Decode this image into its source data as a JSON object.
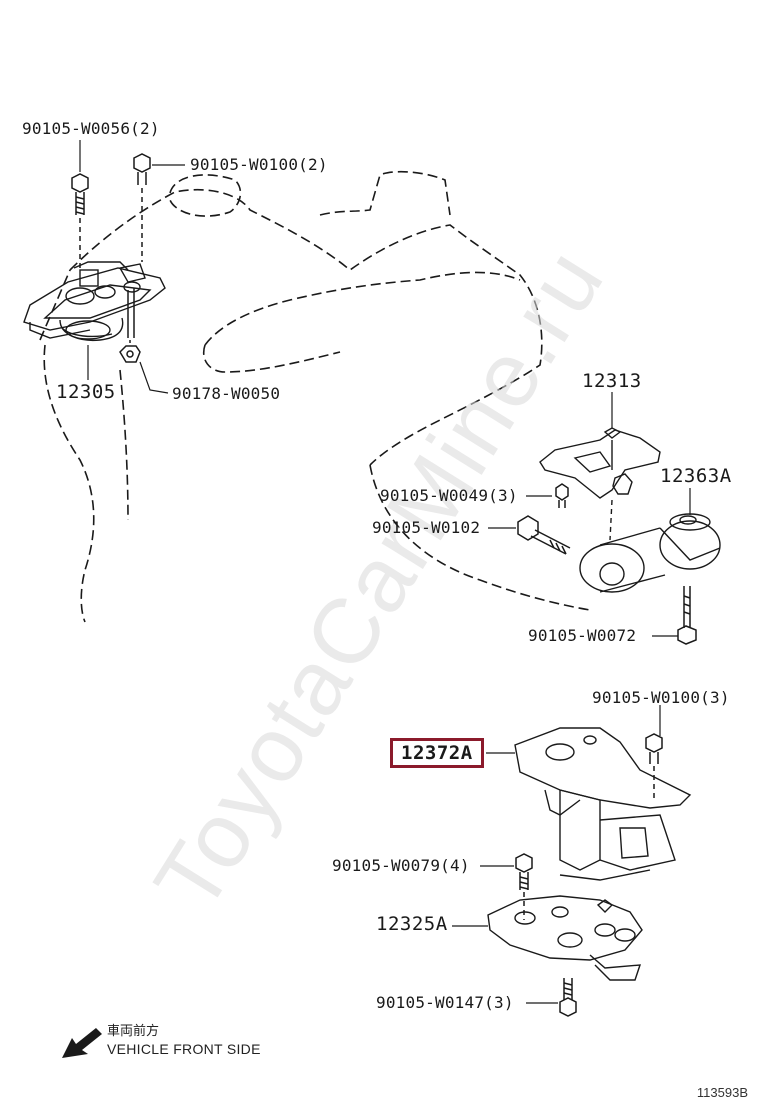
{
  "parts": {
    "p1": "90105-W0056(2)",
    "p2": "90105-W0100(2)",
    "p3": "12305",
    "p4": "90178-W0050",
    "p5": "12313",
    "p6": "12363A",
    "p7": "90105-W0049(3)",
    "p8": "90105-W0102",
    "p9": "90105-W0072",
    "p10": "90105-W0100(3)",
    "p11": "12372A",
    "p12": "90105-W0079(4)",
    "p13": "12325A",
    "p14": "90105-W0147(3)"
  },
  "legend": {
    "jp": "車両前方",
    "en": "VEHICLE FRONT SIDE",
    "arrow_icon": "front-direction-arrow-icon"
  },
  "figure_id": "113593B",
  "watermark": "ToyotaCarMine.ru",
  "highlight_color": "#8b1a2b",
  "highlighted_part": "12372A"
}
